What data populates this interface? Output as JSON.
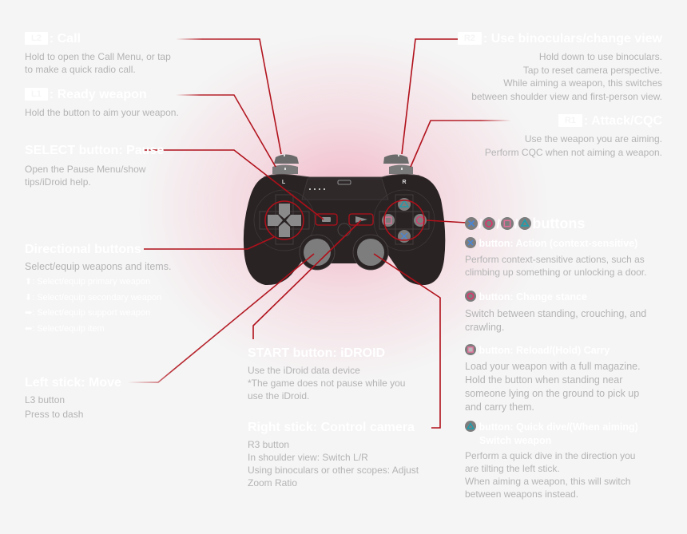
{
  "colors": {
    "background": "#f5f5f5",
    "accent_line": "#b0101a",
    "title_text": "#ffffff",
    "body_text": "#b4b4b4",
    "controller_body": "#2a2324",
    "button_grey": "#7d7d7d",
    "cross_blue": "#4a86d6",
    "circle_pink": "#e0336a",
    "square_pink": "#e0709a",
    "triangle_teal": "#18a0b0"
  },
  "left": {
    "l2": {
      "badge": "L2",
      "title": ": Call",
      "desc": [
        "Hold to open the Call Menu, or tap",
        "to make a quick radio call."
      ]
    },
    "l1": {
      "badge": "L1",
      "title": ": Ready weapon",
      "desc": [
        "Hold the button to aim your weapon."
      ]
    },
    "select": {
      "title": "SELECT button: Pause",
      "desc": [
        "Open the Pause Menu/show",
        "tips/iDroid help."
      ]
    },
    "dpad": {
      "title": "Directional buttons",
      "desc": "Select/equip weapons and items.",
      "items": [
        {
          "icon": "arrow-up-icon",
          "glyph": "⬆",
          "label": ": Select/equip primary weapon"
        },
        {
          "icon": "arrow-down-icon",
          "glyph": "⬇",
          "label": ": Select/equip secondary weapon"
        },
        {
          "icon": "arrow-right-icon",
          "glyph": "➡",
          "label": ": Select/equip support weapon"
        },
        {
          "icon": "arrow-left-icon",
          "glyph": "⬅",
          "label": ": Select/equip item"
        }
      ]
    },
    "left_stick": {
      "title": "Left stick: Move",
      "desc": [
        "L3 button",
        "Press to dash"
      ]
    }
  },
  "right": {
    "r2": {
      "badge": "R2",
      "title": ": Use binoculars/change view",
      "desc": [
        "Hold down to use binoculars.",
        "Tap to reset camera perspective.",
        "While aiming a weapon, this switches",
        "between shoulder view and first-person view."
      ]
    },
    "r1": {
      "badge": "R1",
      "title": ": Attack/CQC",
      "desc": [
        "Use the weapon you are aiming.",
        "Perform CQC when not aiming a weapon."
      ]
    },
    "face": {
      "title": "buttons",
      "separator": "/",
      "cross": {
        "title": "button: Action (context-sensitive)",
        "desc": [
          "Perform context-sensitive actions, such as",
          "climbing up something or unlocking a door."
        ]
      },
      "circle": {
        "title": "button: Change stance",
        "desc": [
          "Switch between standing, crouching, and",
          "crawling."
        ]
      },
      "square": {
        "title": "button: Reload/(Hold) Carry",
        "desc": [
          "Load your weapon with a full magazine.",
          "Hold the button when standing near",
          "someone lying on the ground to pick up",
          "and carry them."
        ]
      },
      "triangle": {
        "title": [
          "button: Quick dive/(When aiming)",
          "Switch weapon"
        ],
        "desc": [
          "Perform a quick dive in the direction you",
          "are tilting the left stick.",
          "When aiming a weapon, this will switch",
          "between weapons instead."
        ]
      }
    }
  },
  "center": {
    "start": {
      "title": "START button: iDROID",
      "desc": [
        "Use the iDroid data device",
        "*The game does not pause while you",
        "use the iDroid."
      ]
    },
    "right_stick": {
      "title": "Right stick: Control camera",
      "desc": [
        "R3 button",
        "In shoulder view: Switch L/R",
        "Using binoculars or other scopes: Adjust",
        "Zoom Ratio"
      ]
    }
  },
  "controller": {
    "left_label": "L",
    "right_label": "R"
  }
}
